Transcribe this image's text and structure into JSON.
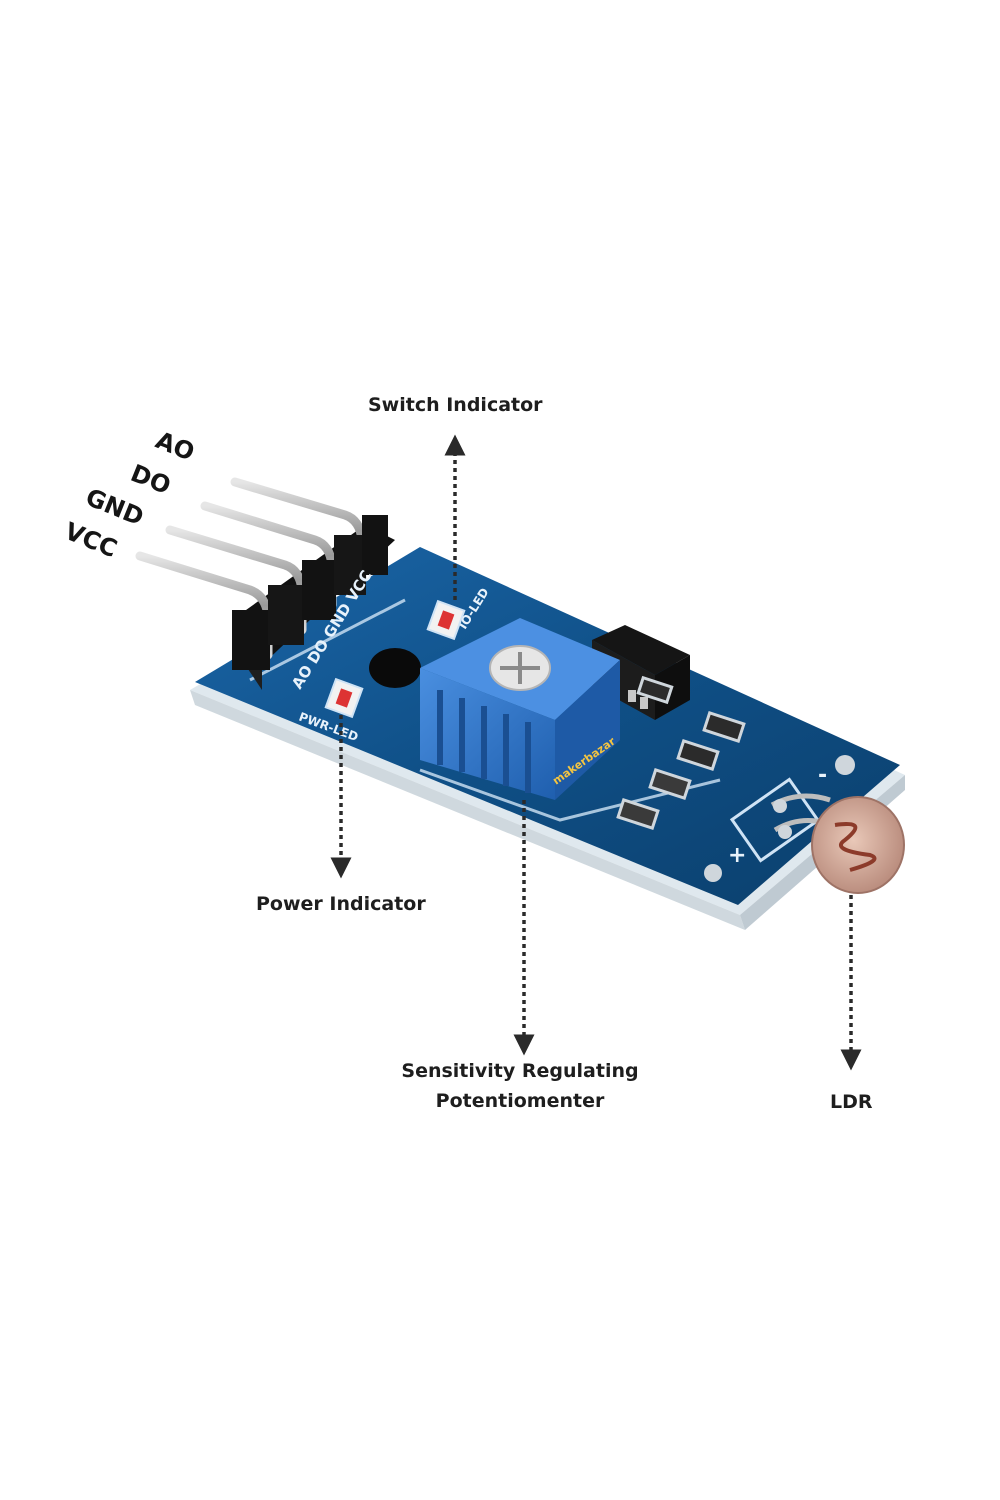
{
  "pins": {
    "ao": "AO",
    "do": "DO",
    "gnd": "GND",
    "vcc": "VCC"
  },
  "callouts": {
    "switch_indicator": "Switch Indicator",
    "power_indicator": "Power Indicator",
    "potentiometer_line1": "Sensitivity Regulating",
    "potentiometer_line2": "Potentiomenter",
    "ldr": "LDR"
  },
  "board_silkscreen": {
    "header_pins": "AO DO GND VCC",
    "switch_led": "IO-LED",
    "power_led": "PWR-LED",
    "minus": "-",
    "plus": "+",
    "watermark": "makerbazar"
  },
  "colors": {
    "pcb": "#0f4f86",
    "potentiometer": "#2f74c9",
    "text": "#1e1e1e",
    "arrow": "#2a2a2a"
  }
}
